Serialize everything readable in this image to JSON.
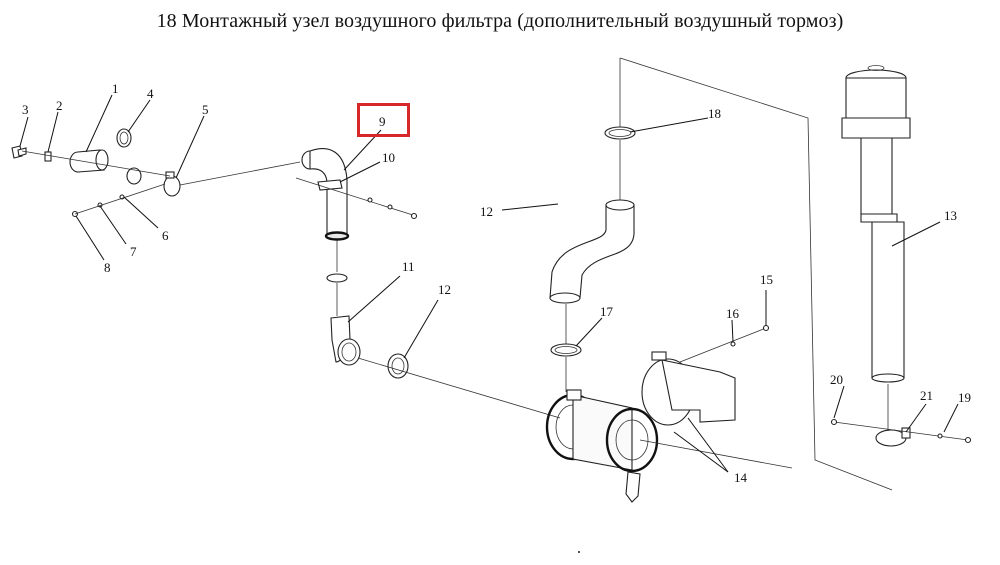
{
  "title": "18 Монтажный узел воздушного фильтра (дополнительный воздушный тормоз)",
  "callouts": [
    "1",
    "2",
    "3",
    "4",
    "5",
    "6",
    "7",
    "8",
    "9",
    "10",
    "11",
    "12",
    "12",
    "13",
    "14",
    "15",
    "16",
    "17",
    "18",
    "19",
    "20",
    "21"
  ],
  "highlight": {
    "label": "9",
    "color": "#d62828"
  }
}
